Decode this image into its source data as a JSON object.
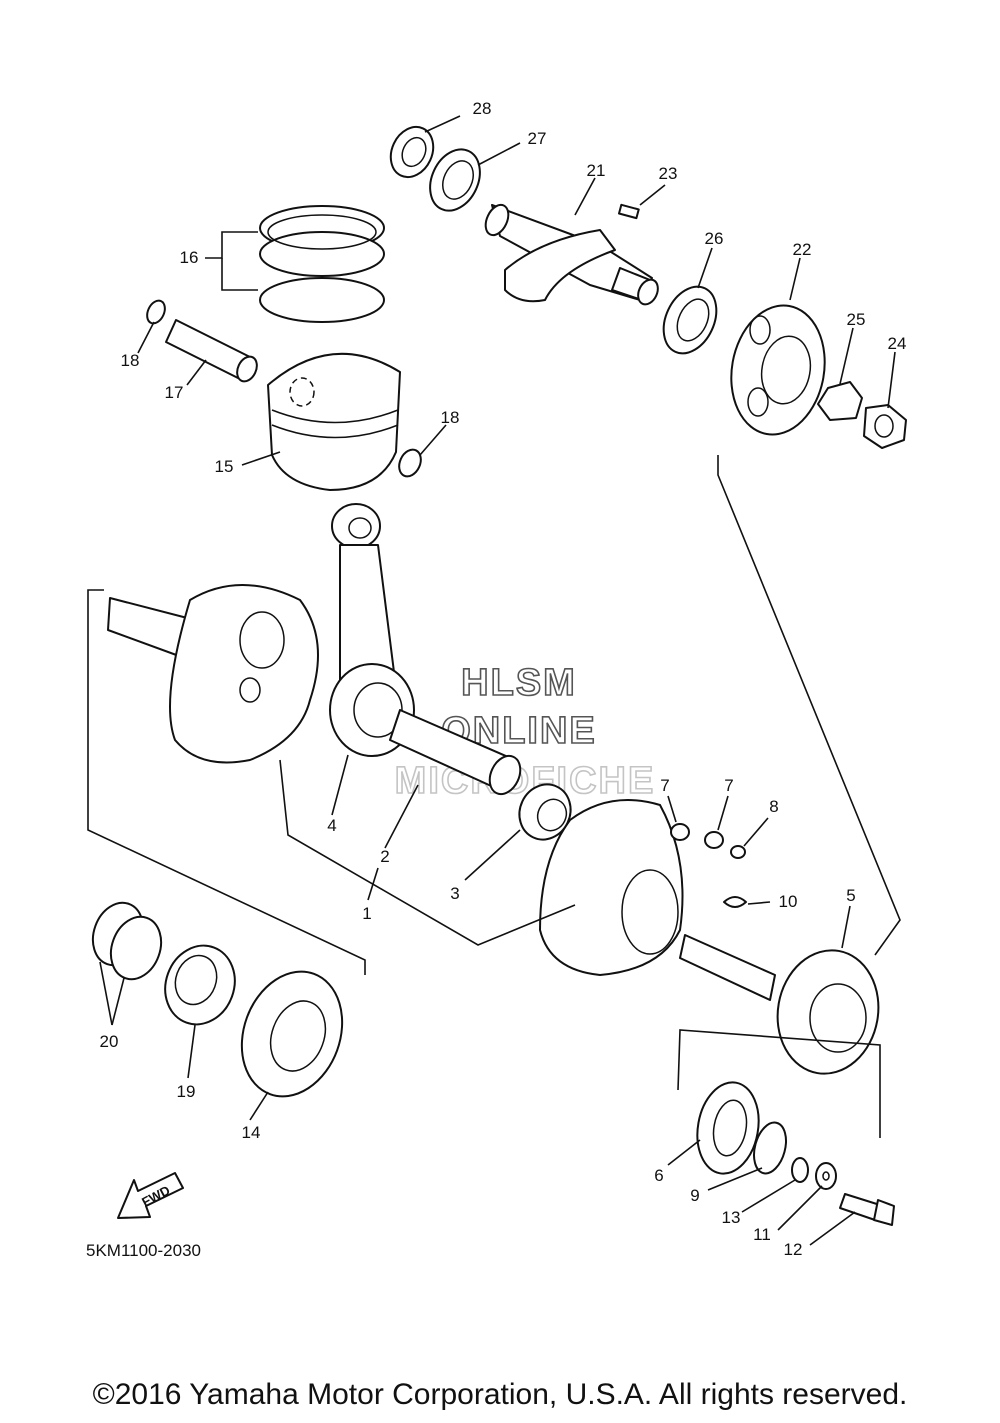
{
  "watermark": {
    "line1": "HLSM",
    "line2": "ONLINE",
    "line3": "MICROFICHE"
  },
  "fwd_label": "FWD",
  "diagram_code": "5KM1100-2030",
  "copyright": "©2016 Yamaha Motor Corporation, U.S.A. All rights reserved.",
  "callouts": {
    "c1": "1",
    "c2": "2",
    "c3": "3",
    "c4": "4",
    "c5": "5",
    "c6": "6",
    "c7a": "7",
    "c7b": "7",
    "c8": "8",
    "c9": "9",
    "c10": "10",
    "c11": "11",
    "c12": "12",
    "c13": "13",
    "c14": "14",
    "c15": "15",
    "c16": "16",
    "c17": "17",
    "c18a": "18",
    "c18b": "18",
    "c19": "19",
    "c20": "20",
    "c21": "21",
    "c22": "22",
    "c23": "23",
    "c24": "24",
    "c25": "25",
    "c26": "26",
    "c27": "27",
    "c28": "28"
  }
}
